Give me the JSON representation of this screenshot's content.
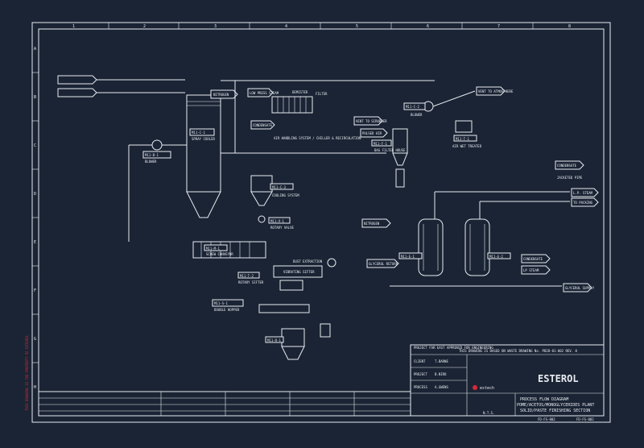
{
  "grid": {
    "columns": [
      "1",
      "2",
      "3",
      "4",
      "5",
      "6",
      "7",
      "8"
    ],
    "rows": [
      "A",
      "B",
      "C",
      "D",
      "E",
      "F",
      "G",
      "H"
    ]
  },
  "inlets": {
    "top1": "—",
    "top2": "—",
    "nitrogen_top": "NITROGEN",
    "low_press_steam": "LOW PRESS STEAM",
    "condensate_left": "CONDENSATE",
    "vent_atmosphere": "VENT TO ATMOSPHERE",
    "vent_scrubber": "VENT TO SCRUBBER",
    "pulsed_air": "PULSED AIR",
    "condensate_right": "CONDENSATE",
    "ls_steam": "L.P. STEAM",
    "to_packing": "TO PACKING",
    "nitrogen_mid": "NITROGEN",
    "condensate_mid": "CONDENSATE",
    "lp_steam_mid": "LP STEAM",
    "glycerol_supply": "GLYCEROL SUPPLY",
    "glycerol_return": "GLYCEROL RETURN",
    "dust_extraction": "DUST EXTRACTION"
  },
  "equipment": {
    "spray_cooler": "SPRAY COOLER",
    "blower_left": "BLOWER",
    "blower_right": "BLOWER",
    "demister": "DEMISTER",
    "filter": "FILTER",
    "bag_filter": "BAG FILTER HOUSE",
    "air_wet_treated": "AIR WET TREATED",
    "cooling_system": "COOLING SYSTEM",
    "rotary_valve": "ROTARY VALVE",
    "jacketed_pipe": "JACKETED PIPE",
    "screw_conveyor": "SCREW CONVEYOR",
    "rotary_sifter": "ROTARY SIFTER",
    "vibrating_screen": "VIBRATING SIFTER",
    "double_hopper": "DOUBLE HOPPER",
    "air_handling": "AIR HANDLING SYSTEM / CHILLER & RECIRCULATION"
  },
  "tags": {
    "t1": "M11-C-1",
    "t2": "M11-B-1",
    "t3": "M11-C-2",
    "t4": "M11-F-1",
    "t5": "M11-T-1",
    "t6": "M11-V-1",
    "t7": "M11-C-3",
    "t8": "M11-E-1",
    "t9": "M11-E-2",
    "t10": "M11-M-1",
    "t11": "M11-T-2",
    "t12": "M11-S-1",
    "t13": "M11-R-1"
  },
  "title_block": {
    "approved_for": "PROJECT FAR EAST APPROVED FOR ENGINEERING",
    "client": "CLIENT",
    "client_val": "T.BARNE",
    "project": "PROJECT",
    "project_val": "B.NIRO",
    "process": "PROCESS",
    "process_val": "A.GWENS",
    "company": "ESTEROL",
    "logo": "estech",
    "drawing_title1": "PROCESS FLOW DIAGRAM",
    "drawing_title2": "POME/ACETOS/MONOGLYCERIDES PLANT",
    "drawing_title3": "SOLID/PASTE FINISHING SECTION",
    "scale": "N.T.S.",
    "drawing_no": "FD-FS-002",
    "sheet": "FD-FS-002",
    "note": "THIS DRAWING IS BASED ON WASTE DRAWING No. PB28-01-002 REV. 0"
  },
  "side_text": "THIS DRAWING IS THE PROPERTY OF ESTEROL"
}
